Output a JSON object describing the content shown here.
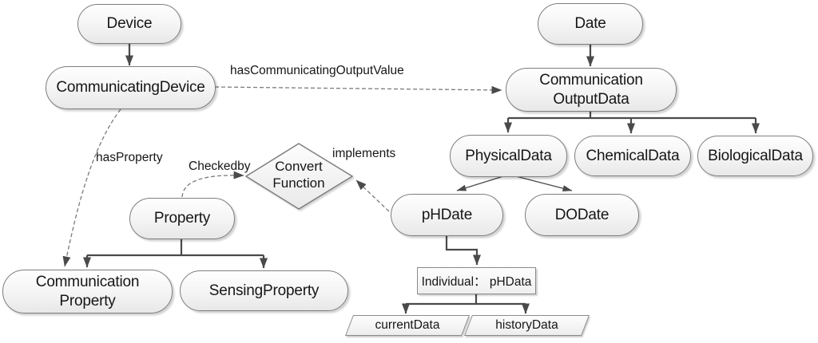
{
  "nodes": {
    "device": "Device",
    "communicating_device": "CommunicatingDevice",
    "date": "Date",
    "communication_output_data": "Communication\nOutputData",
    "physical_data": "PhysicalData",
    "chemical_data": "ChemicalData",
    "biological_data": "BiologicalData",
    "ph_date": "pHDate",
    "do_date": "DODate",
    "property": "Property",
    "communication_property": "Communication\nProperty",
    "sensing_property": "SensingProperty",
    "convert_function": "Convert\nFunction",
    "individual_ph_data": "Individual： pHData",
    "current_data": "currentData",
    "history_data": "historyData"
  },
  "edge_labels": {
    "has_communicating_output_value": "hasCommunicatingOutputValue",
    "has_property": "hasProperty",
    "checked_by": "Checkedby",
    "implements": "implements"
  },
  "colors": {
    "connector": "#4a4a4a",
    "dashed_connector": "#7b7b7b",
    "node_border": "#7e7e7e",
    "node_fill_top": "#fefefe",
    "node_fill_bottom": "#e8e8e8",
    "text": "#161616"
  }
}
